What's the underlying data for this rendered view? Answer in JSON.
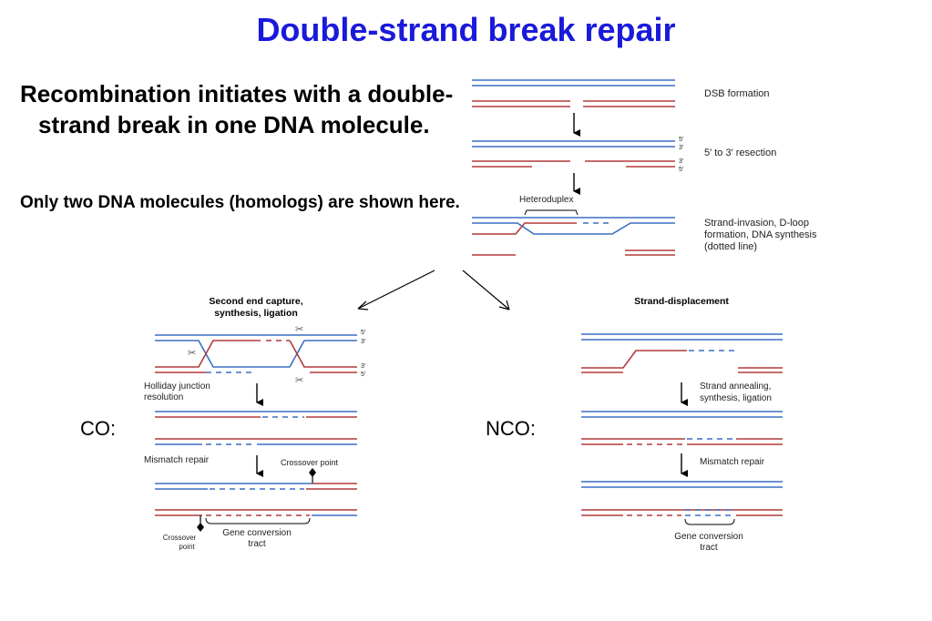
{
  "title": "Double-strand break repair",
  "intro": {
    "main": "Recombination initiates with a double-strand break in one DNA molecule.",
    "sub": "Only two DNA molecules (homologs) are shown here."
  },
  "colors": {
    "strand_blue": "#3a6fc4",
    "strand_red": "#b23a3a",
    "title_blue": "#1a1adb"
  },
  "top_steps": {
    "dsb_formation": "DSB formation",
    "resection": "5′ to 3′ resection",
    "invasion_line1": "Strand-invasion, D-loop",
    "invasion_line2": "formation, DNA synthesis",
    "invasion_line3": "(dotted line)",
    "heteroduplex": "Heteroduplex"
  },
  "end_labels": {
    "five": "5′",
    "three": "3′"
  },
  "co": {
    "outcome_label": "CO:",
    "header_line1": "Second end capture,",
    "header_line2": "synthesis, ligation",
    "holliday_line1": "Holliday junction",
    "holliday_line2": "resolution",
    "mismatch": "Mismatch repair",
    "crossover_point": "Crossover point",
    "crossover_line1": "Crossover",
    "crossover_line2": "point",
    "gene_conv_line1": "Gene conversion",
    "gene_conv_line2": "tract",
    "scissors_icon": "scissors-icon"
  },
  "nco": {
    "outcome_label": "NCO:",
    "header": "Strand-displacement",
    "annealing_line1": "Strand annealing,",
    "annealing_line2": "synthesis, ligation",
    "mismatch": "Mismatch repair",
    "gene_conv_line1": "Gene conversion",
    "gene_conv_line2": "tract"
  }
}
